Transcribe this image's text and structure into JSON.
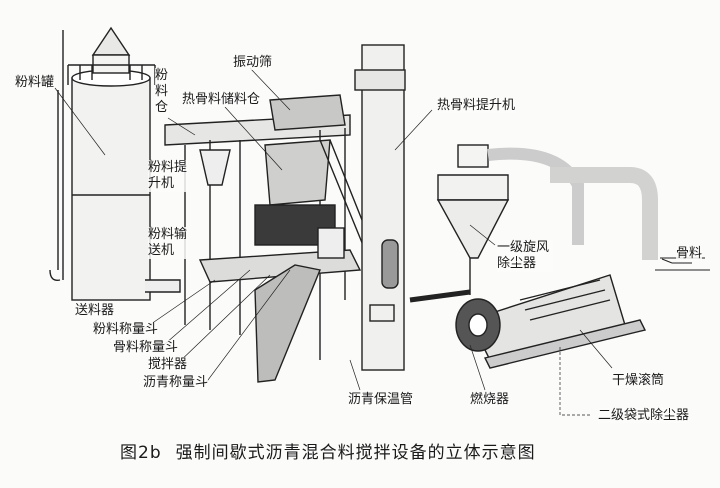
{
  "labels": {
    "powder_tank": "粉料罐",
    "powder_bin": "粉料仓",
    "vibrating_screen": "振动筛",
    "hot_aggregate_bin": "热骨料储料仓",
    "powder_elevator": "粉料提升机",
    "powder_conveyor": "粉料输送机",
    "feeder": "送料器",
    "powder_weigh_hopper": "粉料称量斗",
    "aggregate_weigh_hopper": "骨料称量斗",
    "mixer": "搅拌器",
    "asphalt_weigh_hopper": "沥青称量斗",
    "hot_aggregate_elevator": "热骨料提升机",
    "cyclone_dust_collector": "一级旋风除尘器",
    "aggregate": "骨料",
    "drying_drum": "干燥滚筒",
    "burner": "燃烧器",
    "asphalt_insulated_pipe": "沥青保温管",
    "bag_dust_collector": "二级袋式除尘器"
  },
  "caption": {
    "figure_number": "图2b",
    "title": "强制间歇式沥青混合料搅拌设备的立体示意图"
  }
}
